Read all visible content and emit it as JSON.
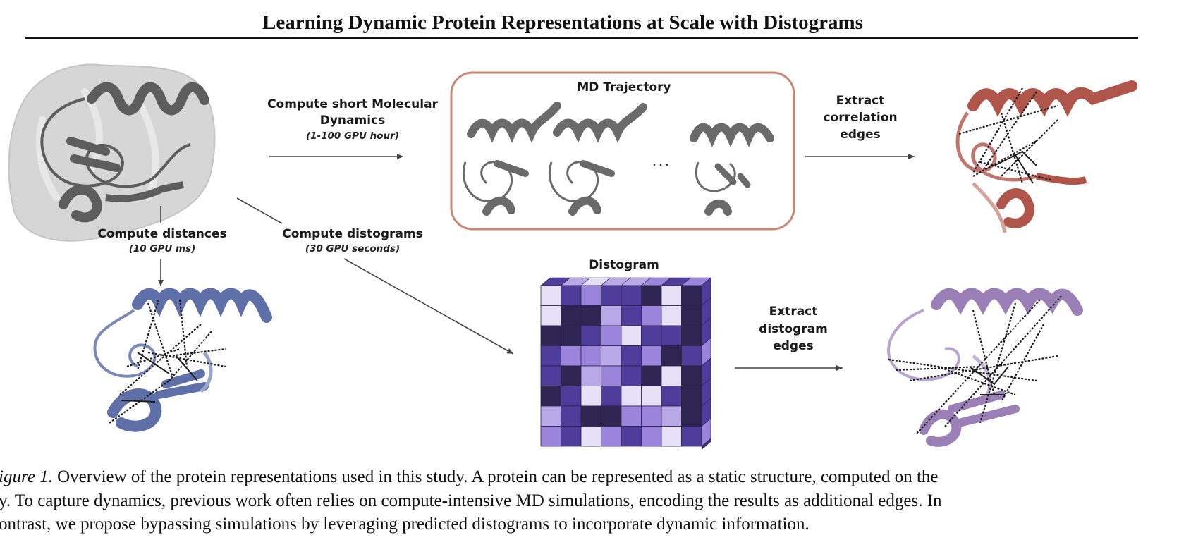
{
  "title": "Learning Dynamic Protein Representations at Scale with Distograms",
  "labels": {
    "md_line1": "Compute short Molecular",
    "md_line2": "Dynamics",
    "md_cost": "(1-100 GPU hour)",
    "md_box_title": "MD Trajectory",
    "ellipsis": "...",
    "corr_line1": "Extract",
    "corr_line2": "correlation",
    "corr_line3": "edges",
    "dist_compute": "Compute distances",
    "dist_cost": "(10 GPU ms)",
    "disto_compute": "Compute distograms",
    "disto_cost": "(30 GPU seconds)",
    "distogram_title": "Distogram",
    "disto_edges_line1": "Extract",
    "disto_edges_line2": "distogram",
    "disto_edges_line3": "edges"
  },
  "caption": {
    "fig_label": "igure 1.",
    "line1": " Overview of the protein representations used in this study. A protein can be represented as a static structure, computed on the",
    "line2": "y. To capture dynamics, previous work often relies on compute-intensive MD simulations, encoding the results as additional edges. In",
    "line3": "ontrast, we propose bypassing simulations by leveraging predicted distograms to incorporate dynamic information."
  },
  "colors": {
    "md_box": "#c98772",
    "static_gray": "#5d5d5d",
    "distance_blue": "#5f6fa8",
    "correlation_red": "#b0554a",
    "distogram_purple": "#9b80b8",
    "grid_dark": "#2f2552",
    "grid_mid": "#4e3d9a",
    "grid_light": "#9a84dc",
    "grid_pale": "#e6e1f7"
  },
  "distogram_levels": [
    [
      4,
      1,
      2,
      1,
      1,
      0,
      4,
      0
    ],
    [
      4,
      0,
      0,
      3,
      1,
      2,
      4,
      0
    ],
    [
      0,
      0,
      1,
      2,
      4,
      1,
      1,
      0
    ],
    [
      1,
      2,
      2,
      3,
      1,
      2,
      0,
      1
    ],
    [
      1,
      0,
      3,
      2,
      1,
      0,
      4,
      0
    ],
    [
      0,
      1,
      4,
      1,
      4,
      4,
      1,
      0
    ],
    [
      3,
      1,
      0,
      0,
      2,
      2,
      3,
      0
    ],
    [
      2,
      1,
      4,
      2,
      1,
      2,
      4,
      1
    ]
  ]
}
